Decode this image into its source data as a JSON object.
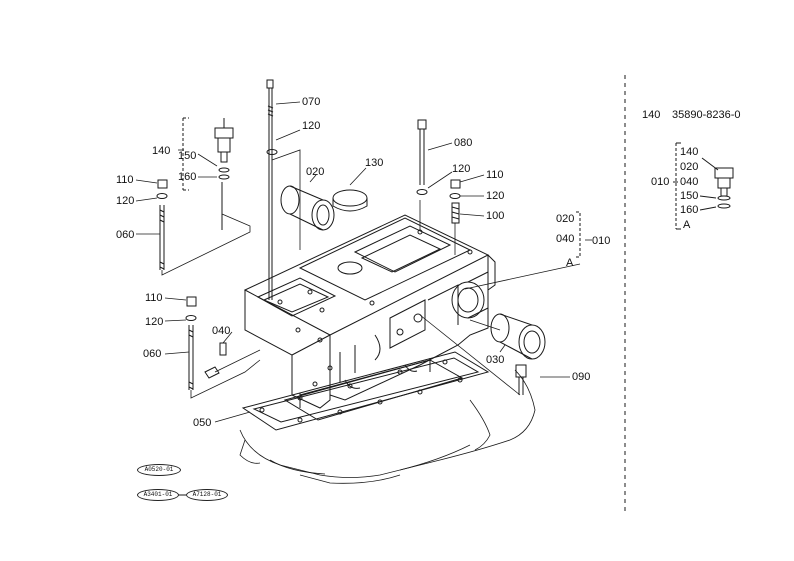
{
  "diagram": {
    "callouts": {
      "c070": "070",
      "c120a": "120",
      "c080": "080",
      "c140": "140",
      "c150": "150",
      "c160": "160",
      "c020": "020",
      "c130": "130",
      "c120b": "120",
      "c110a": "110",
      "c120c": "120",
      "c100": "100",
      "c110b": "110",
      "c120d": "120",
      "c060a": "060",
      "c020b": "020",
      "c040b": "040",
      "c010": "010",
      "cA": "A",
      "c110c": "110",
      "c120e": "120",
      "c040": "040",
      "c060b": "060",
      "c030": "030",
      "c090": "090",
      "c050": "050"
    },
    "inset": {
      "header_num": "140",
      "header_part": "35890-8236-0",
      "i140": "140",
      "i020": "020",
      "i010": "010",
      "i040": "040",
      "i150": "150",
      "i160": "160",
      "iA": "A"
    },
    "ref_codes": {
      "r1": "A0520-01",
      "r2": "A3401-01",
      "r3": "A7128-01"
    }
  }
}
